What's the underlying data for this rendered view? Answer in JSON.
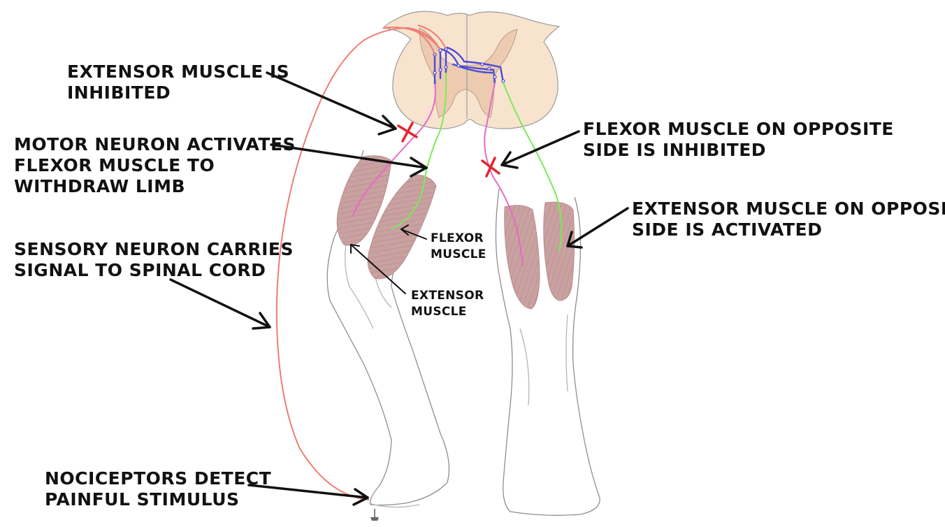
{
  "labels": {
    "extensor_inhibited": [
      "EXTENSOR MUSCLE IS",
      "INHIBITED"
    ],
    "motor_neuron": [
      "MOTOR NEURON ACTIVATES",
      "FLEXOR MUSCLE TO",
      "WITHDRAW LIMB"
    ],
    "sensory_neuron": [
      "SENSORY NEURON CARRIES",
      "SIGNAL TO SPINAL CORD"
    ],
    "nociceptors": [
      "NOCICEPTORS DETECT",
      "PAINFUL STIMULUS"
    ],
    "flexor_opposite_inhibited": [
      "FLEXOR MUSCLE ON OPPOSITE",
      "SIDE IS INHIBITED"
    ],
    "extensor_opposite_activated": [
      "EXTENSOR MUSCLE ON OPPOSITE",
      "SIDE IS ACTIVATED"
    ],
    "flexor_muscle": [
      "FLEXOR",
      "MUSCLE"
    ],
    "extensor_muscle": [
      "EXTENSOR",
      "MUSCLE"
    ]
  },
  "colors": {
    "spinal_cord_fill": "#f8e3cf",
    "gray_matter_fill": "#eccbb0",
    "outline": "#999999",
    "muscle_fill": "#caa1a1",
    "sensory_neuron": "#ee7e74",
    "motor_neuron_green": "#77ec55",
    "inhibited_neuron_pink": "#e868c6",
    "interneuron_blue": "#4b4bd6",
    "inhibition_mark": "#e3262d",
    "arrow": "#111111"
  },
  "icons": [
    "inhibition-x-icon",
    "tack-stimulus-icon"
  ]
}
